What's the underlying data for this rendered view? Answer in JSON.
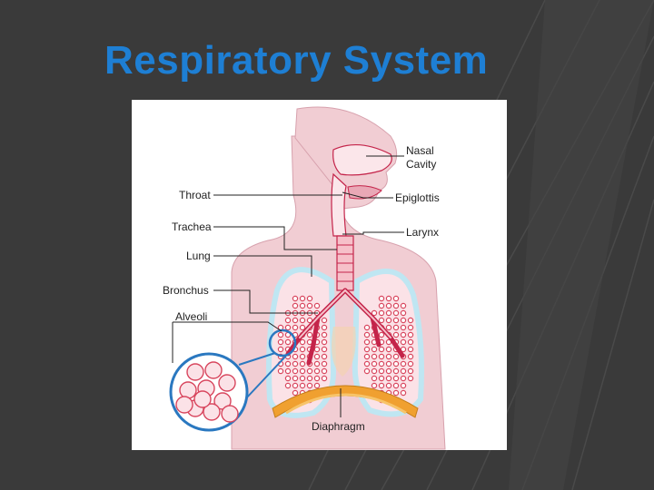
{
  "slide": {
    "title": "Respiratory System",
    "colors": {
      "background": "#3a3a3a",
      "title": "#1e7fd4",
      "body_skin": "#f1cdd3",
      "airway": "#c4244a",
      "lung": "#fbe2e7",
      "alveoli": "#d8465e",
      "diaphragm": "#f0a030",
      "pleura": "#bfe6f2",
      "inset_ring": "#2a78c0"
    }
  },
  "diagram": {
    "labels": {
      "nasal_cavity": [
        "Nasal",
        "Cavity"
      ],
      "epiglottis": "Epiglottis",
      "larynx": "Larynx",
      "throat": "Throat",
      "trachea": "Trachea",
      "lung": "Lung",
      "bronchus": "Bronchus",
      "alveoli": "Alveoli",
      "diaphragm": "Diaphragm"
    }
  }
}
